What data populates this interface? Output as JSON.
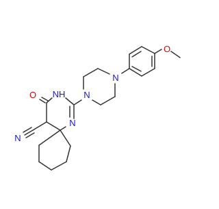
{
  "colors": {
    "bond": "#333333",
    "nitrogen": "#1a1ac8",
    "oxygen": "#e00000",
    "background": "#ffffff"
  },
  "atoms": {
    "n_piperazine_top": "N",
    "n_piperazine_bottom": "N",
    "o_methoxy": "O",
    "nh_ring": "NH",
    "o_carbonyl": "O",
    "n_ring_imine": "N",
    "n_nitrile": "N"
  }
}
